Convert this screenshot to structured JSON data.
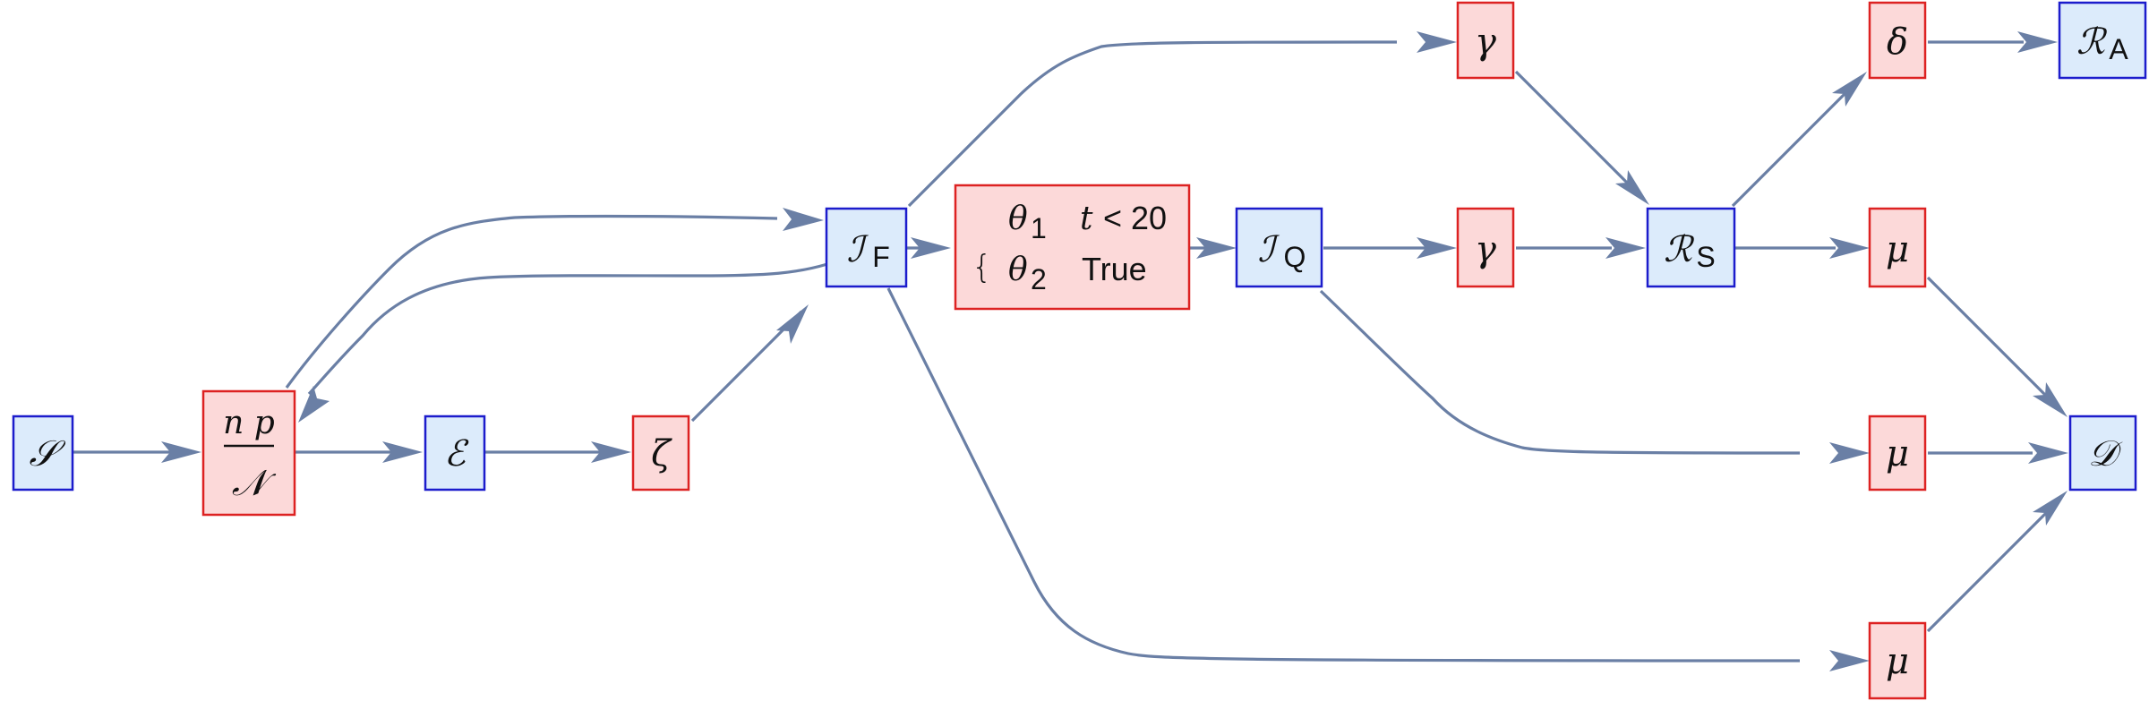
{
  "colors": {
    "state_fill": "#dcebfb",
    "state_stroke": "#1c1ccc",
    "rate_fill": "#fcd9d9",
    "rate_stroke": "#dd2222",
    "edge": "#6a7fa5"
  },
  "nodes": {
    "S": {
      "main": "𝒮",
      "sub": ""
    },
    "E": {
      "main": "ℰ",
      "sub": ""
    },
    "IF": {
      "main": "ℐ",
      "sub": "F"
    },
    "IQ": {
      "main": "ℐ",
      "sub": "Q"
    },
    "RS": {
      "main": "ℛ",
      "sub": "S"
    },
    "RA": {
      "main": "ℛ",
      "sub": "A"
    },
    "D": {
      "main": "𝒟",
      "sub": ""
    },
    "rate_npN": {
      "num": "n p",
      "den": "𝒩"
    },
    "zeta": {
      "main": "ζ"
    },
    "gamma1": {
      "main": "γ"
    },
    "gamma2": {
      "main": "γ"
    },
    "delta": {
      "main": "δ"
    },
    "mu1": {
      "main": "μ"
    },
    "mu2": {
      "main": "μ"
    },
    "mu3": {
      "main": "μ"
    },
    "piecewise": {
      "brace": "{",
      "rows": [
        {
          "value": "θ",
          "value_sub": "1",
          "cond_var": "t",
          "cond_rest": " < 20"
        },
        {
          "value": "θ",
          "value_sub": "2",
          "cond_var": "",
          "cond_rest": "True"
        }
      ]
    }
  }
}
